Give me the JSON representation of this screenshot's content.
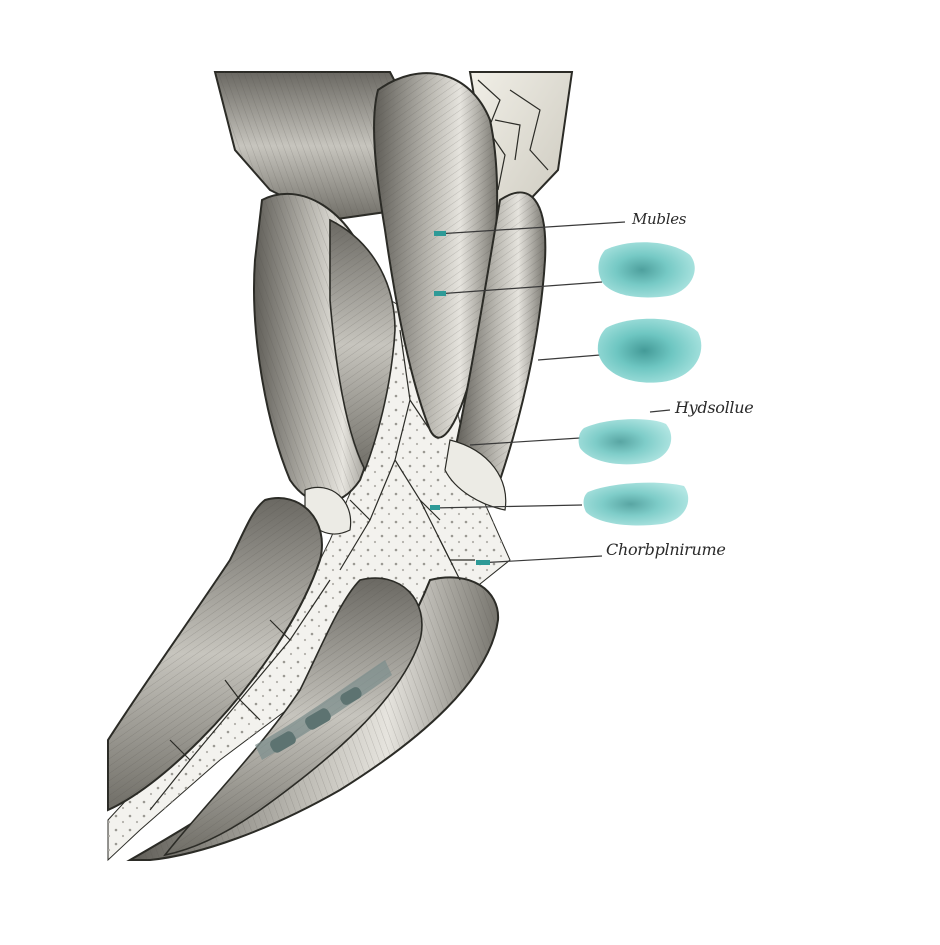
{
  "labels": {
    "muscles": "Mubles",
    "hydro": "Hydsollue",
    "chloro": "Chorbplnirume"
  },
  "colors": {
    "background": "#ffffff",
    "muscle_dark": "#6f6d66",
    "muscle_mid": "#a3a19a",
    "muscle_light": "#d8d6cf",
    "outline": "#2b2b26",
    "fascia": "#f3f2ee",
    "vein": "#2b2b26",
    "teal_blot": "#5fc2bd",
    "teal_dark": "#2e8f8c",
    "leader_line": "#3a3a3a"
  },
  "icons": [
    "watercolor-swatch-icon"
  ]
}
